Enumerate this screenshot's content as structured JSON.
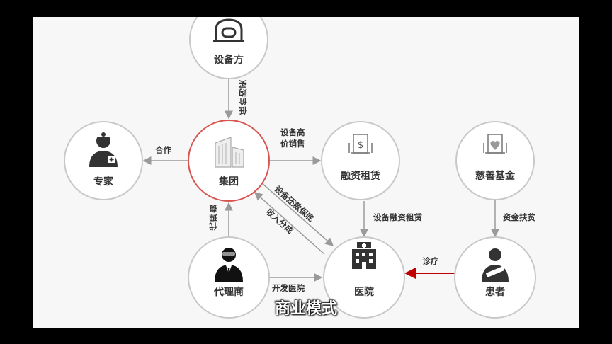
{
  "nodes": {
    "equipment": "设备方",
    "expert": "专家",
    "group": "集团",
    "finance": "融资租赁",
    "charity": "慈善基金",
    "agent": "代理商",
    "hospital": "医院",
    "patient": "患者"
  },
  "edges": {
    "low_price": "低价购买",
    "cooperate": "合作",
    "high_price_line1": "设备高",
    "high_price_line2": "价销售",
    "repay_guarantee": "设备还款保底",
    "revenue_share": "收入分成",
    "agency_fee": "代理费",
    "equip_lease": "设备融资租赁",
    "fund_support": "资金扶贫",
    "treatment": "诊疗",
    "develop_hospital": "开发医院"
  },
  "caption": "商业模式",
  "colors": {
    "circle_stroke": "#c8c8c8",
    "group_stroke": "#d9534f",
    "red_arrow": "#c00000",
    "icon": "#333333",
    "arrow": "#9a9a9a"
  }
}
